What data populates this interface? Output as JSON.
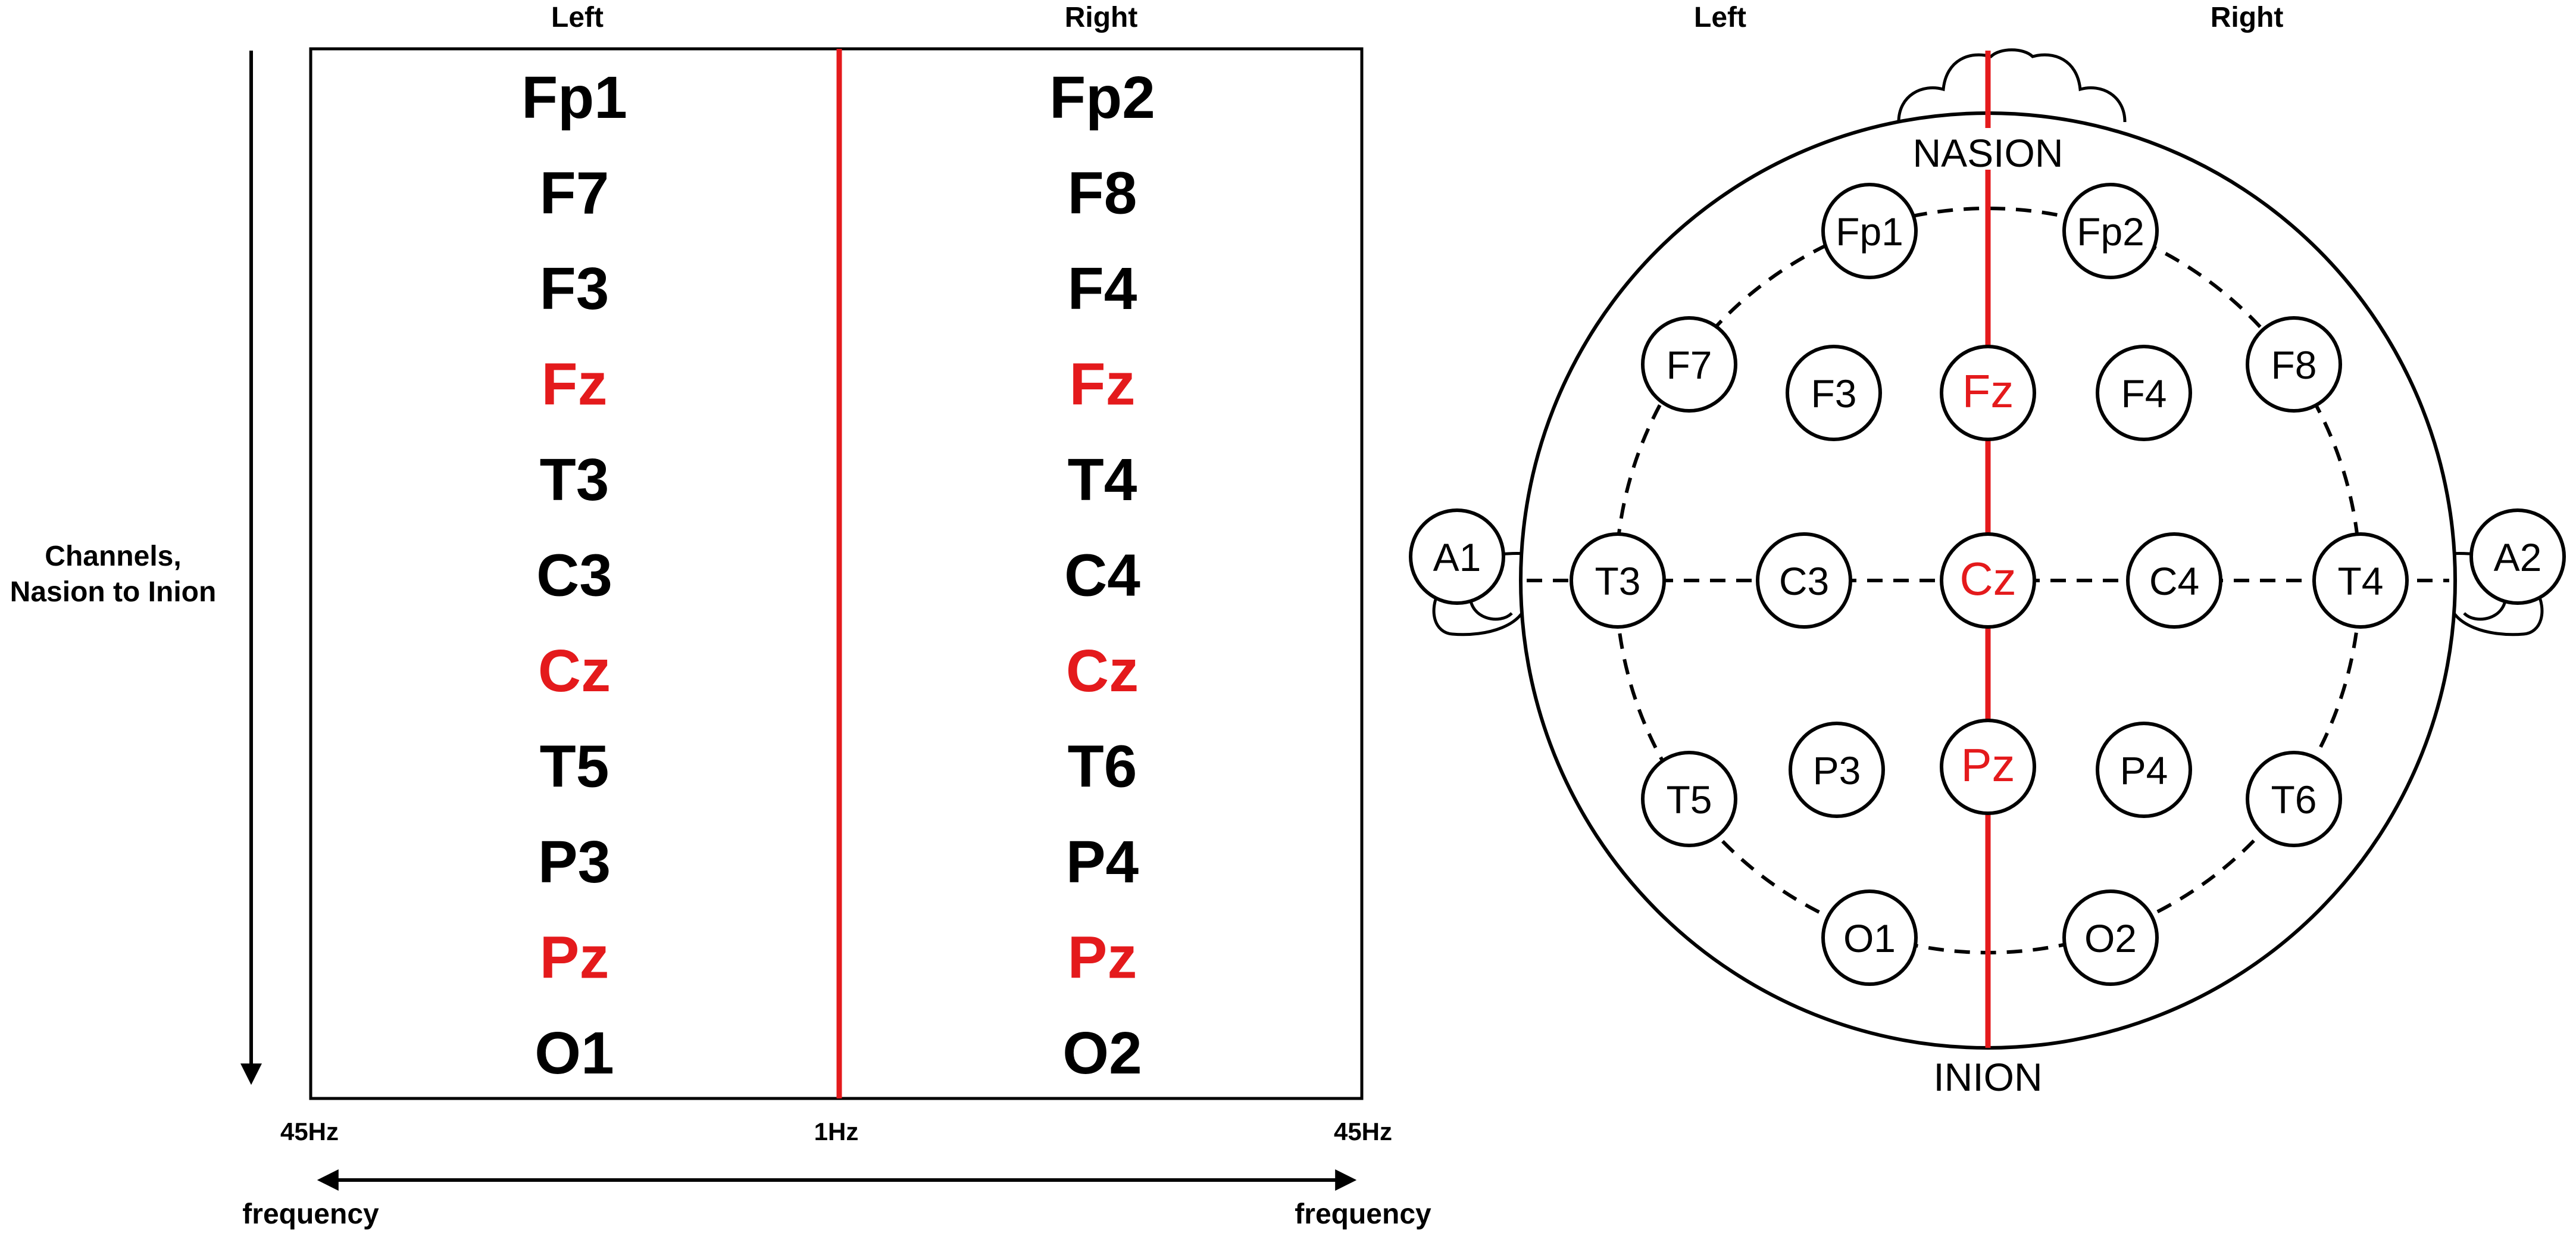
{
  "colors": {
    "ink": "#000000",
    "midline": "#e41a1c",
    "background": "#ffffff"
  },
  "left_panel": {
    "header_left": "Left",
    "header_right": "Right",
    "axis_label_line1": "Channels,",
    "axis_label_line2": "Nasion to Inion",
    "freq_left": "45Hz",
    "freq_center": "1Hz",
    "freq_right": "45Hz",
    "freq_label_left": "frequency",
    "freq_label_right": "frequency",
    "rows": [
      {
        "left": "Fp1",
        "right": "Fp2",
        "midline": false
      },
      {
        "left": "F7",
        "right": "F8",
        "midline": false
      },
      {
        "left": "F3",
        "right": "F4",
        "midline": false
      },
      {
        "left": "Fz",
        "right": "Fz",
        "midline": true
      },
      {
        "left": "T3",
        "right": "T4",
        "midline": false
      },
      {
        "left": "C3",
        "right": "C4",
        "midline": false
      },
      {
        "left": "Cz",
        "right": "Cz",
        "midline": true
      },
      {
        "left": "T5",
        "right": "T6",
        "midline": false
      },
      {
        "left": "P3",
        "right": "P4",
        "midline": false
      },
      {
        "left": "Pz",
        "right": "Pz",
        "midline": true
      },
      {
        "left": "O1",
        "right": "O2",
        "midline": false
      }
    ]
  },
  "right_panel": {
    "header_left": "Left",
    "header_right": "Right",
    "nasion": "NASION",
    "inion": "INION",
    "electrodes": [
      "Fp1",
      "Fp2",
      "F7",
      "F3",
      "Fz",
      "F4",
      "F8",
      "A1",
      "T3",
      "C3",
      "Cz",
      "C4",
      "T4",
      "A2",
      "T5",
      "P3",
      "Pz",
      "P4",
      "T6",
      "O1",
      "O2"
    ],
    "midline_electrodes": [
      "Fz",
      "Cz",
      "Pz"
    ]
  }
}
